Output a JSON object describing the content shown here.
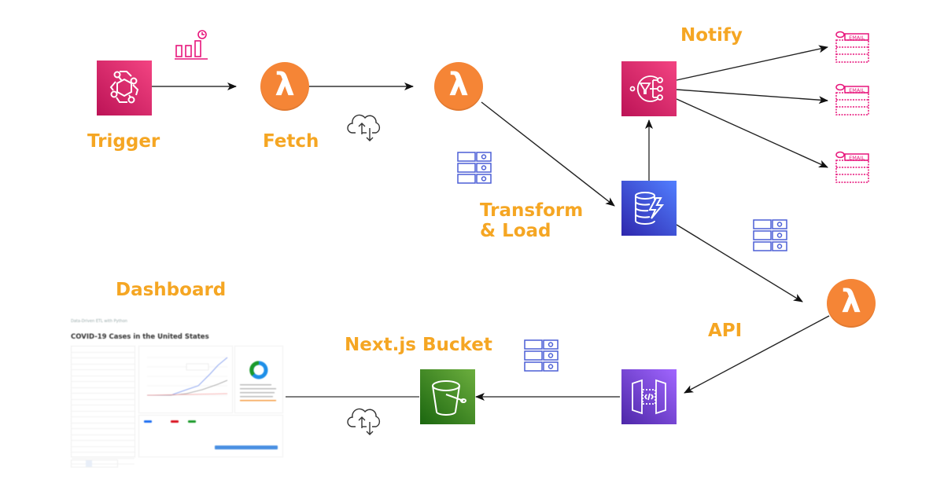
{
  "diagram": {
    "title": "Data-Driven ETL Pipeline Architecture",
    "labels": {
      "trigger": "Trigger",
      "fetch": "Fetch",
      "transform": "Transform\n& Load",
      "transform_line1": "Transform",
      "transform_line2": "& Load",
      "notify": "Notify",
      "api": "API",
      "bucket": "Next.js Bucket",
      "dashboard": "Dashboard"
    },
    "nodes": [
      {
        "id": "trigger",
        "icon": "eventbridge-icon",
        "color": "#e7157b"
      },
      {
        "id": "fetch",
        "icon": "lambda-icon",
        "color": "#f58536"
      },
      {
        "id": "transform",
        "icon": "lambda-icon",
        "color": "#f58536"
      },
      {
        "id": "database",
        "icon": "dynamodb-icon",
        "color": "#3b48cc"
      },
      {
        "id": "notify",
        "icon": "sns-icon",
        "color": "#e7157b"
      },
      {
        "id": "email-1",
        "icon": "email-icon",
        "color": "#e7157b"
      },
      {
        "id": "email-2",
        "icon": "email-icon",
        "color": "#e7157b"
      },
      {
        "id": "email-3",
        "icon": "email-icon",
        "color": "#e7157b"
      },
      {
        "id": "api-lambda",
        "icon": "lambda-icon",
        "color": "#f58536"
      },
      {
        "id": "api-gateway",
        "icon": "api-gateway-icon",
        "color": "#8c4fff"
      },
      {
        "id": "bucket",
        "icon": "s3-bucket-icon",
        "color": "#3f8624"
      },
      {
        "id": "dashboard",
        "icon": "dashboard-screenshot"
      }
    ],
    "edges": [
      {
        "from": "trigger",
        "to": "fetch"
      },
      {
        "from": "fetch",
        "to": "transform"
      },
      {
        "from": "transform",
        "to": "database"
      },
      {
        "from": "database",
        "to": "notify"
      },
      {
        "from": "notify",
        "to": "email-1"
      },
      {
        "from": "notify",
        "to": "email-2"
      },
      {
        "from": "notify",
        "to": "email-3"
      },
      {
        "from": "database",
        "to": "api-lambda"
      },
      {
        "from": "api-lambda",
        "to": "api-gateway"
      },
      {
        "from": "api-gateway",
        "to": "bucket"
      },
      {
        "from": "bucket",
        "to": "dashboard"
      }
    ],
    "lambda_glyph": "λ",
    "email_tag": "EMAIL",
    "colors": {
      "label": "#f5a623",
      "lambda": "#f58536",
      "pink": "#e7157b",
      "blue": "#3b48cc",
      "purple": "#8c4fff",
      "green": "#3f8624",
      "table_icon": "#4c5fd5"
    }
  },
  "dashboard_thumbnail": {
    "app_title": "Data-Driven ETL with Python",
    "heading": "COVID-19 Cases in the United States",
    "chart_title": "Cumulative Cases and Outcomes",
    "donut_title": "Proportion of Reported Outcomes",
    "outcomes_title": "Outcomes",
    "date_range_title": "Date Range"
  }
}
